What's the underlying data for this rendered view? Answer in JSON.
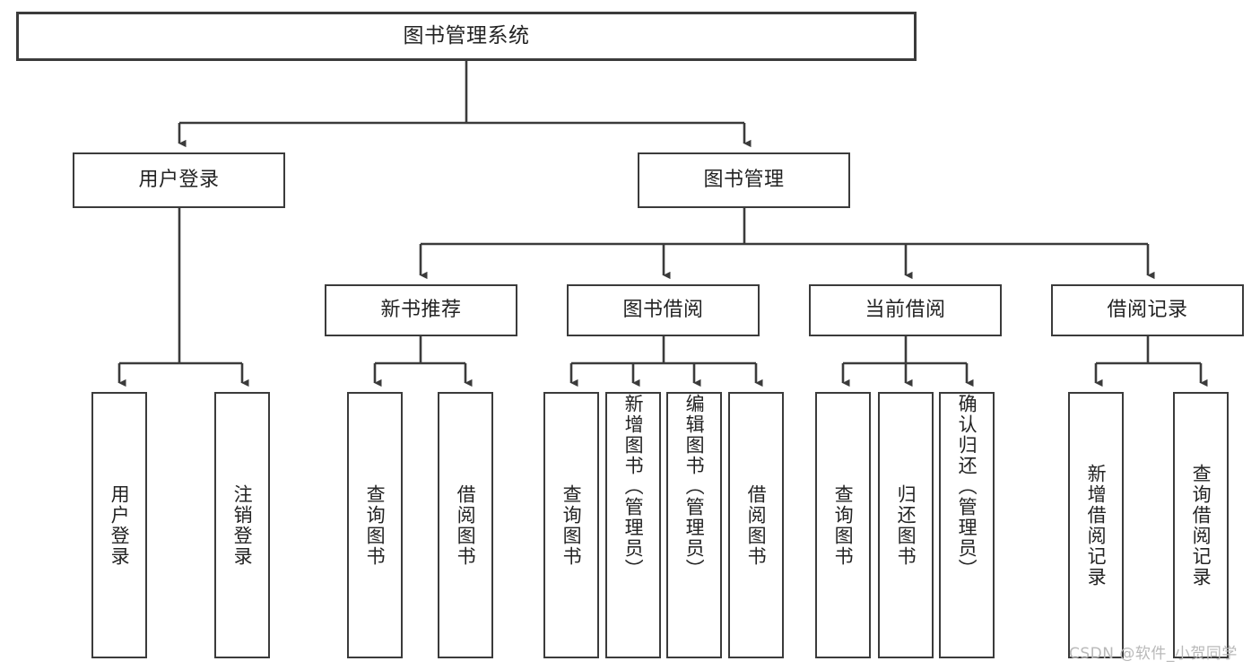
{
  "diagram": {
    "type": "tree-hierarchy-chart",
    "title": "图书管理系统",
    "watermark": "CSDN @软件_小贺同学",
    "colors": {
      "box_border": "#3b3b3b",
      "box_fill": "#ffffff",
      "connector": "#3b3b3b",
      "text": "#232323",
      "watermark": "#b9b9b9",
      "background": "#ffffff"
    },
    "nodes": {
      "root": {
        "label": "图书管理系统",
        "level": 1,
        "orientation": "horizontal"
      },
      "l2": [
        {
          "id": "user-login",
          "label": "用户登录",
          "level": 2,
          "orientation": "horizontal"
        },
        {
          "id": "book-management",
          "label": "图书管理",
          "level": 2,
          "orientation": "horizontal"
        }
      ],
      "l3": [
        {
          "id": "new-book-recommend",
          "label": "新书推荐",
          "level": 3,
          "orientation": "horizontal"
        },
        {
          "id": "book-borrow",
          "label": "图书借阅",
          "level": 3,
          "orientation": "horizontal"
        },
        {
          "id": "current-borrow",
          "label": "当前借阅",
          "level": 3,
          "orientation": "horizontal"
        },
        {
          "id": "borrow-record",
          "label": "借阅记录",
          "level": 3,
          "orientation": "horizontal"
        }
      ],
      "leaves": [
        {
          "id": "leaf-user-login",
          "label": "用户登录",
          "parent": "user-login",
          "orientation": "vertical"
        },
        {
          "id": "leaf-user-logout",
          "label": "注销登录",
          "parent": "user-login",
          "orientation": "vertical"
        },
        {
          "id": "leaf-query-book-1",
          "label": "查询图书",
          "parent": "new-book-recommend",
          "orientation": "vertical"
        },
        {
          "id": "leaf-borrow-book-1",
          "label": "借阅图书",
          "parent": "new-book-recommend",
          "orientation": "vertical"
        },
        {
          "id": "leaf-query-book-2",
          "label": "查询图书",
          "parent": "book-borrow",
          "orientation": "vertical"
        },
        {
          "id": "leaf-add-book",
          "label": "新增图书（管理员）",
          "parent": "book-borrow",
          "orientation": "vertical"
        },
        {
          "id": "leaf-edit-book",
          "label": "编辑图书（管理员）",
          "parent": "book-borrow",
          "orientation": "vertical"
        },
        {
          "id": "leaf-borrow-book-2",
          "label": "借阅图书",
          "parent": "book-borrow",
          "orientation": "vertical"
        },
        {
          "id": "leaf-query-book-3",
          "label": "查询图书",
          "parent": "current-borrow",
          "orientation": "vertical"
        },
        {
          "id": "leaf-return-book",
          "label": "归还图书",
          "parent": "current-borrow",
          "orientation": "vertical"
        },
        {
          "id": "leaf-confirm-return",
          "label": "确认归还（管理员）",
          "parent": "current-borrow",
          "orientation": "vertical"
        },
        {
          "id": "leaf-add-record",
          "label": "新增借阅记录",
          "parent": "borrow-record",
          "orientation": "vertical"
        },
        {
          "id": "leaf-query-record",
          "label": "查询借阅记录",
          "parent": "borrow-record",
          "orientation": "vertical"
        }
      ]
    }
  }
}
